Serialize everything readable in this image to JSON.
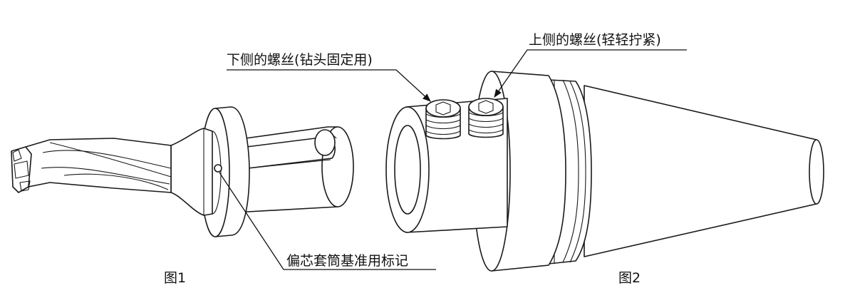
{
  "labels": {
    "lower_screw": "下侧的螺丝(钻头固定用)",
    "upper_screw": "上侧的螺丝(轻轻拧紧)",
    "sleeve_mark": "偏芯套筒基准用标记"
  },
  "captions": {
    "fig1": "图1",
    "fig2": "图2"
  }
}
